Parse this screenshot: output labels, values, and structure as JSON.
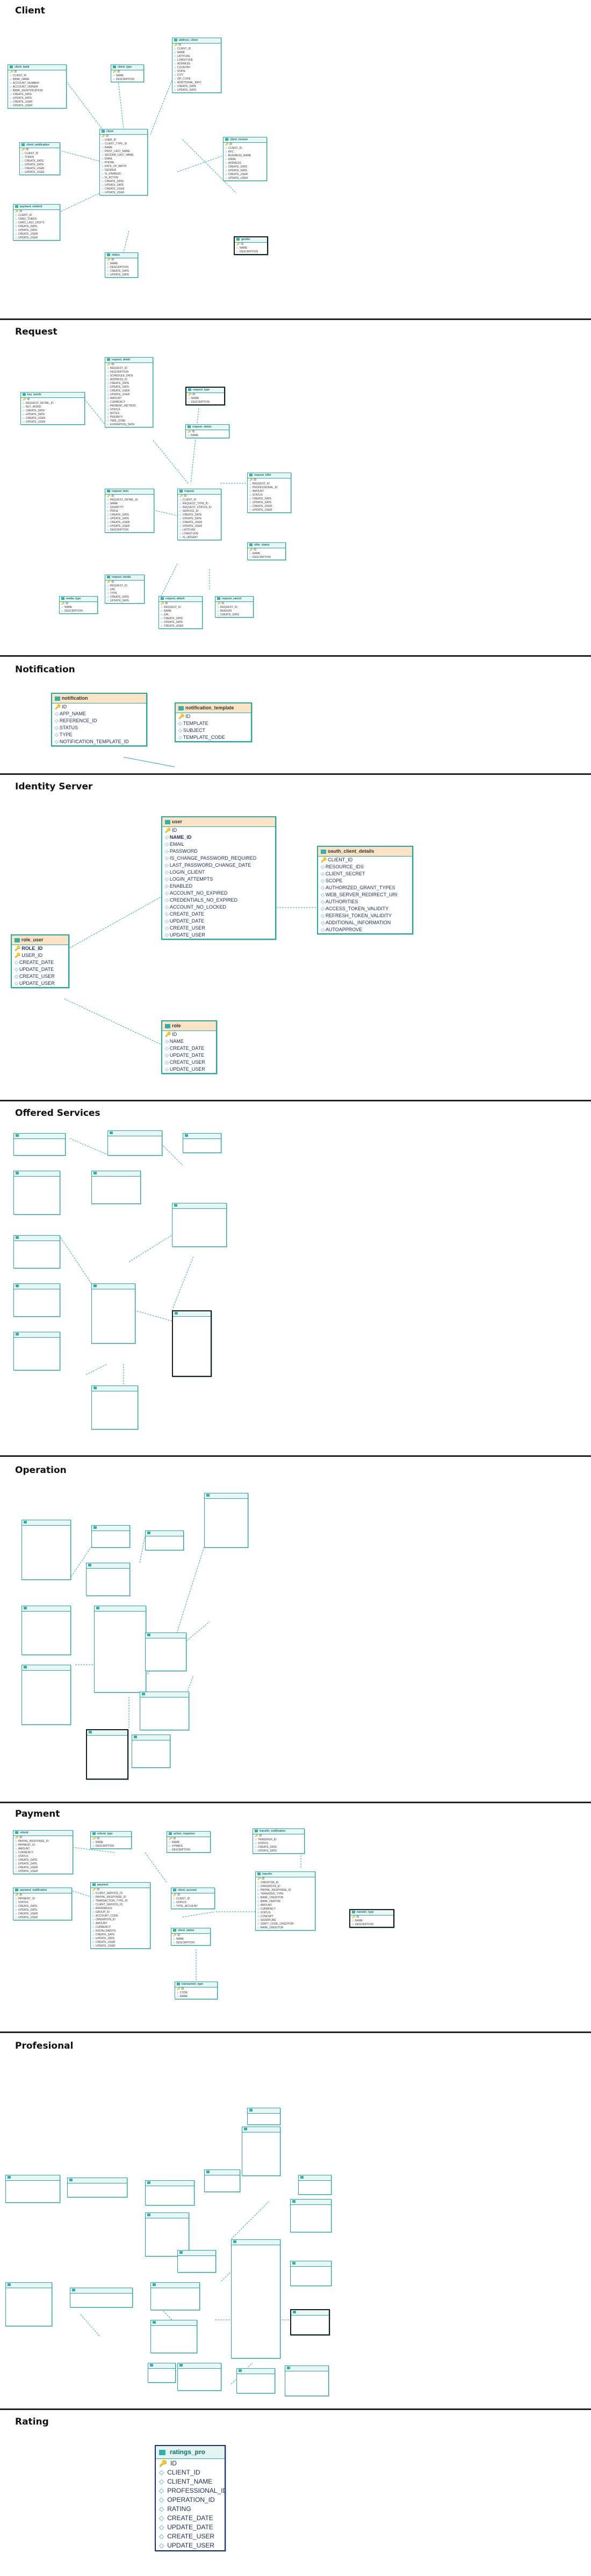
{
  "sections": {
    "client": "Client",
    "request": "Request",
    "notification": "Notification",
    "identity_server": "Identity Server",
    "offered_services": "Offered Services",
    "operation": "Operation",
    "payment": "Payment",
    "profesional": "Profesional",
    "rating": "Rating"
  },
  "notification": {
    "notification_table": {
      "name": "notification",
      "fields": [
        "ID",
        "APP_NAME",
        "REFERENCE_ID",
        "STATUS",
        "TYPE",
        "NOTIFICATION_TEMPLATE_ID"
      ]
    },
    "template_table": {
      "name": "notification_template",
      "fields": [
        "ID",
        "TEMPLATE",
        "SUBJECT",
        "TEMPLATE_CODE"
      ]
    }
  },
  "identity": {
    "user": {
      "name": "user",
      "fields": [
        "ID",
        "NAME_ID",
        "EMAIL",
        "PASSWORD",
        "IS_CHANGE_PASSWORD_REQUIRED",
        "LAST_PASSWORD_CHANGE_DATE",
        "LOGIN_CLIENT",
        "LOGIN_ATTEMPTS",
        "ENABLED",
        "ACCOUNT_NO_EXPIRED",
        "CREDENTIALS_NO_EXPIRED",
        "ACCOUNT_NO_LOCKED",
        "CREATE_DATE",
        "UPDATE_DATE",
        "CREATE_USER",
        "UPDATE_USER"
      ]
    },
    "role_user": {
      "name": "role_user",
      "fields": [
        "ROLE_ID",
        "USER_ID",
        "CREATE_DATE",
        "UPDATE_DATE",
        "CREATE_USER",
        "UPDATE_USER"
      ]
    },
    "role": {
      "name": "role",
      "fields": [
        "ID",
        "NAME",
        "CREATE_DATE",
        "UPDATE_DATE",
        "CREATE_USER",
        "UPDATE_USER"
      ]
    },
    "oauth": {
      "name": "oauth_client_details",
      "fields": [
        "CLIENT_ID",
        "RESOURCE_IDS",
        "CLIENT_SECRET",
        "SCOPE",
        "AUTHORIZED_GRANT_TYPES",
        "WEB_SERVER_REDIRECT_URI",
        "AUTHORITIES",
        "ACCESS_TOKEN_VALIDITY",
        "REFRESH_TOKEN_VALIDITY",
        "ADDITIONAL_INFORMATION",
        "AUTOAPPROVE"
      ]
    }
  },
  "rating": {
    "name": "ratings_pro",
    "fields": [
      "ID",
      "CLIENT_ID",
      "CLIENT_NAME",
      "PROFESSIONAL_ID",
      "OPERATION_ID",
      "RATING",
      "CREATE_DATE",
      "UPDATE_DATE",
      "CREATE_USER",
      "UPDATE_USER"
    ]
  },
  "payment": {
    "refund": {
      "name": "refund",
      "fields": [
        "ID",
        "PAYPAL_RESPONSE_ID",
        "PAYMENT_ID",
        "AMOUNT",
        "CURRENCY",
        "STATUS",
        "CREATE_DATE",
        "UPDATE_DATE",
        "CREATE_USER",
        "UPDATE_USER"
      ]
    },
    "refund_type": {
      "name": "refund_type",
      "fields": [
        "ID",
        "NAME",
        "DESCRIPTION"
      ]
    },
    "payment_notification": {
      "name": "payment_notification",
      "fields": [
        "ID",
        "PAYMENT_ID",
        "STATUS",
        "CREATE_DATE",
        "UPDATE_DATE",
        "CREATE_USER",
        "UPDATE_USER"
      ]
    },
    "payment": {
      "name": "payment",
      "fields": [
        "ID",
        "CLIENT_SERVICE_ID",
        "PAYPAL_RESPONSE_ID",
        "TRANSACTION_TYPE_ID",
        "CLIENT_SERVICE_ID",
        "REFERENCE",
        "GROUP_ID",
        "ACCOUNT_CODE",
        "OPERATION_ID",
        "AMOUNT",
        "CURRENCY",
        "INSTALLMENTS",
        "CREATE_DATE",
        "UPDATE_DATE",
        "CREATE_USER",
        "UPDATE_USER"
      ]
    },
    "action_response": {
      "name": "action_response",
      "fields": [
        "ID",
        "NAME",
        "SYMBOL",
        "DESCRIPTION"
      ]
    },
    "client_account": {
      "name": "client_account",
      "fields": [
        "ID",
        "CLIENT_ID",
        "STATUS",
        "TYPE_ACCOUNT"
      ]
    },
    "client_status": {
      "name": "client_status",
      "fields": [
        "ID",
        "NAME",
        "DESCRIPTION"
      ]
    },
    "transfer_notification": {
      "name": "transfer_notification",
      "fields": [
        "ID",
        "TRANSFER_ID",
        "STATUS",
        "CREATE_DATE",
        "UPDATE_DATE"
      ]
    },
    "transfer": {
      "name": "transfer",
      "fields": [
        "ID",
        "CREDITOR_ID",
        "OPERATION_ID",
        "PAYPAL_RESPONSE_ID",
        "TRANSFER_TYPE",
        "BANK_CREDITOR",
        "BANK_DEBTOR",
        "AMOUNT",
        "CURRENCY",
        "STATUS",
        "CONCEPT",
        "SIGNATURE",
        "SWIFT_CODE_CREDITOR",
        "BANK_CREDITOR"
      ]
    },
    "transfer_type": {
      "name": "transfer_type",
      "fields": [
        "ID",
        "NAME",
        "DESCRIPTION"
      ]
    },
    "transaction_type": {
      "name": "transaction_type",
      "fields": [
        "ID",
        "CODE",
        "NAME"
      ]
    }
  },
  "client": {
    "client_bank": {
      "name": "client_bank",
      "fields": [
        "ID",
        "CLIENT_ID",
        "BANK_NAME",
        "ACCOUNT_NUMBER",
        "ACCOUNT_OWNER",
        "BANK_IDENTIFICATION",
        "CREATE_DATE",
        "UPDATE_DATE",
        "CREATE_USER",
        "UPDATE_USER"
      ]
    },
    "client_type": {
      "name": "client_type",
      "fields": [
        "ID",
        "NAME",
        "DESCRIPTION"
      ]
    },
    "address_client": {
      "name": "address_client",
      "fields": [
        "ID",
        "CLIENT_ID",
        "NAME",
        "LATITUDE",
        "LONGITUDE",
        "ADDRESS",
        "COUNTRY",
        "STATE",
        "CITY",
        "ZIP_CODE",
        "ADDITIONAL_INFO",
        "CREATE_DATE",
        "UPDATE_DATE"
      ]
    },
    "client": {
      "name": "client",
      "fields": [
        "ID",
        "USER_ID",
        "CLIENT_TYPE_ID",
        "NAME",
        "FIRST_LAST_NAME",
        "SECOND_LAST_NAME",
        "EMAIL",
        "PHONE",
        "DATE_OF_BIRTH",
        "GENDER",
        "IS_ENABLED",
        "IS_ACTIVE",
        "CREATE_DATE",
        "UPDATE_DATE",
        "CREATE_USER",
        "UPDATE_USER"
      ]
    },
    "client_notification": {
      "name": "client_notification",
      "fields": [
        "ID",
        "CLIENT_ID",
        "TOKEN",
        "CREATE_DATE",
        "UPDATE_DATE",
        "CREATE_USER",
        "UPDATE_USER"
      ]
    },
    "payment_method": {
      "name": "payment_method",
      "fields": [
        "ID",
        "CLIENT_ID",
        "CARD_TOKEN",
        "CARD_LAST_DIGITS",
        "CREATE_DATE",
        "UPDATE_DATE",
        "CREATE_USER",
        "UPDATE_USER"
      ]
    },
    "client_invoice": {
      "name": "client_invoice",
      "fields": [
        "ID",
        "CLIENT_ID",
        "RFC",
        "BUSINESS_NAME",
        "EMAIL",
        "ADDRESS",
        "CREATE_DATE",
        "UPDATE_DATE",
        "CREATE_USER",
        "UPDATE_USER"
      ]
    },
    "gender": {
      "name": "gender",
      "fields": [
        "ID",
        "NAME",
        "DESCRIPTION"
      ]
    },
    "status": {
      "name": "status",
      "fields": [
        "ID",
        "NAME",
        "DESCRIPTION",
        "CREATE_DATE",
        "UPDATE_DATE"
      ]
    }
  },
  "request": {
    "key_words": {
      "name": "key_words",
      "fields": [
        "ID",
        "REQUEST_DETAIL_ID",
        "KEY_WORD",
        "CREATE_DATE",
        "UPDATE_DATE",
        "CREATE_USER",
        "UPDATE_USER"
      ]
    },
    "request_detail": {
      "name": "request_detail",
      "fields": [
        "ID",
        "REQUEST_ID",
        "DESCRIPTION",
        "SCHEDULE_DATE",
        "ADDRESS_ID",
        "CREATE_DATE",
        "UPDATE_DATE",
        "CREATE_USER",
        "UPDATE_USER",
        "AMOUNT",
        "CURRENCY",
        "PAYMENT_METHOD",
        "STATUS",
        "NOTES",
        "PRIORITY",
        "TIME_ZONE",
        "EXPIRATION_DATE"
      ]
    },
    "request_type": {
      "name": "request_type",
      "fields": [
        "ID",
        "NAME",
        "DESCRIPTION"
      ]
    },
    "request_status": {
      "name": "request_status",
      "fields": [
        "ID",
        "NAME"
      ]
    },
    "request_item": {
      "name": "request_item",
      "fields": [
        "ID",
        "REQUEST_DETAIL_ID",
        "NAME",
        "QUANTITY",
        "PRICE",
        "CREATE_DATE",
        "UPDATE_DATE",
        "CREATE_USER",
        "UPDATE_USER",
        "DESCRIPTION"
      ]
    },
    "request": {
      "name": "request",
      "fields": [
        "ID",
        "CLIENT_ID",
        "REQUEST_TYPE_ID",
        "REQUEST_STATUS_ID",
        "SERVICE_ID",
        "CREATE_DATE",
        "UPDATE_DATE",
        "CREATE_USER",
        "UPDATE_USER",
        "LATITUDE",
        "LONGITUDE",
        "IS_URGENT"
      ]
    },
    "request_offer": {
      "name": "request_offer",
      "fields": [
        "ID",
        "REQUEST_ID",
        "PROFESSIONAL_ID",
        "AMOUNT",
        "STATUS",
        "CREATE_DATE",
        "UPDATE_DATE",
        "CREATE_USER",
        "UPDATE_USER"
      ]
    },
    "offer_status": {
      "name": "offer_status",
      "fields": [
        "ID",
        "NAME",
        "DESCRIPTION"
      ]
    },
    "request_media": {
      "name": "request_media",
      "fields": [
        "ID",
        "REQUEST_ID",
        "URL",
        "TYPE",
        "CREATE_DATE",
        "UPDATE_DATE"
      ]
    },
    "request_cancel": {
      "name": "request_cancel",
      "fields": [
        "ID",
        "REQUEST_ID",
        "REASON",
        "CREATE_DATE"
      ]
    },
    "request_attach": {
      "name": "request_attach",
      "fields": [
        "ID",
        "REQUEST_ID",
        "NAME",
        "URL",
        "CREATE_DATE",
        "UPDATE_DATE",
        "CREATE_USER"
      ]
    },
    "media_type": {
      "name": "media_type",
      "fields": [
        "ID",
        "NAME",
        "DESCRIPTION"
      ]
    }
  }
}
